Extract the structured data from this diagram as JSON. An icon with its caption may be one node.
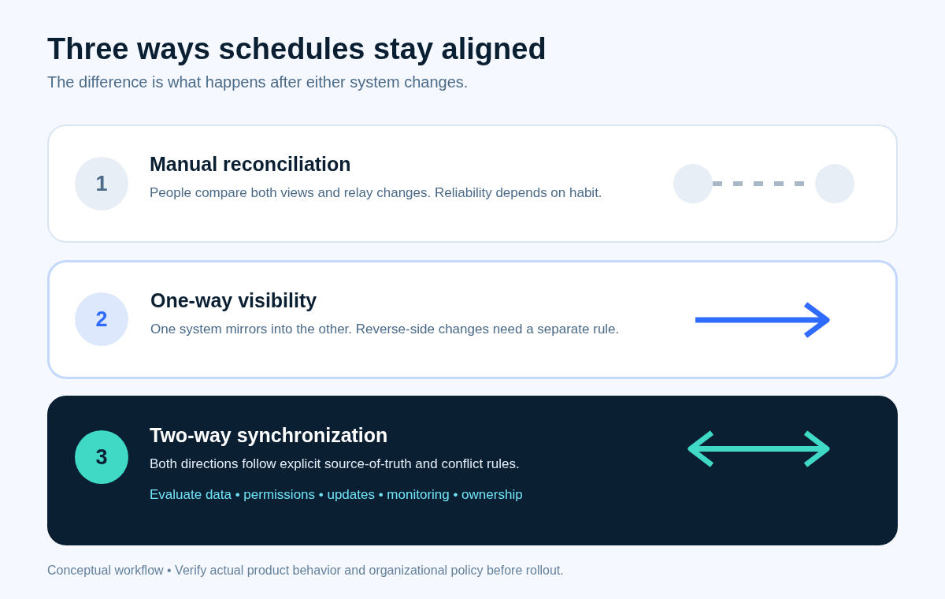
{
  "diagram": {
    "title": "Three ways schedules stay aligned",
    "caption": "Conceptual workflow • Verify actual product behavior and organizational policy before rollout.",
    "nodes": [
      {
        "text": [
          "Manual reconciliation",
          "People compare both views and relay changes. Reliability depends on habit."
        ]
      },
      {
        "text": [
          "1"
        ],
        "in": 0
      },
      {
        "text": [],
        "shape": "circle",
        "in": 0
      },
      {
        "text": [],
        "shape": "circle",
        "in": 0
      },
      {
        "text": [
          "One-way visibility",
          "One system mirrors into the other. Reverse-side changes need a separate rule."
        ]
      },
      {
        "text": [
          "2"
        ],
        "in": 4
      },
      {
        "text": [
          "Two-way synchronization",
          "Both directions follow explicit source-of-truth and conflict rules.",
          "Evaluate data • permissions • updates • monitoring • ownership"
        ]
      },
      {
        "text": [
          "3"
        ],
        "in": 6
      }
    ],
    "edges": [
      {
        "from": 2,
        "to": 3,
        "arrow": "none",
        "style": "dashed"
      }
    ],
    "labels": [
      "The difference is what happens after either system changes."
    ]
  }
}
